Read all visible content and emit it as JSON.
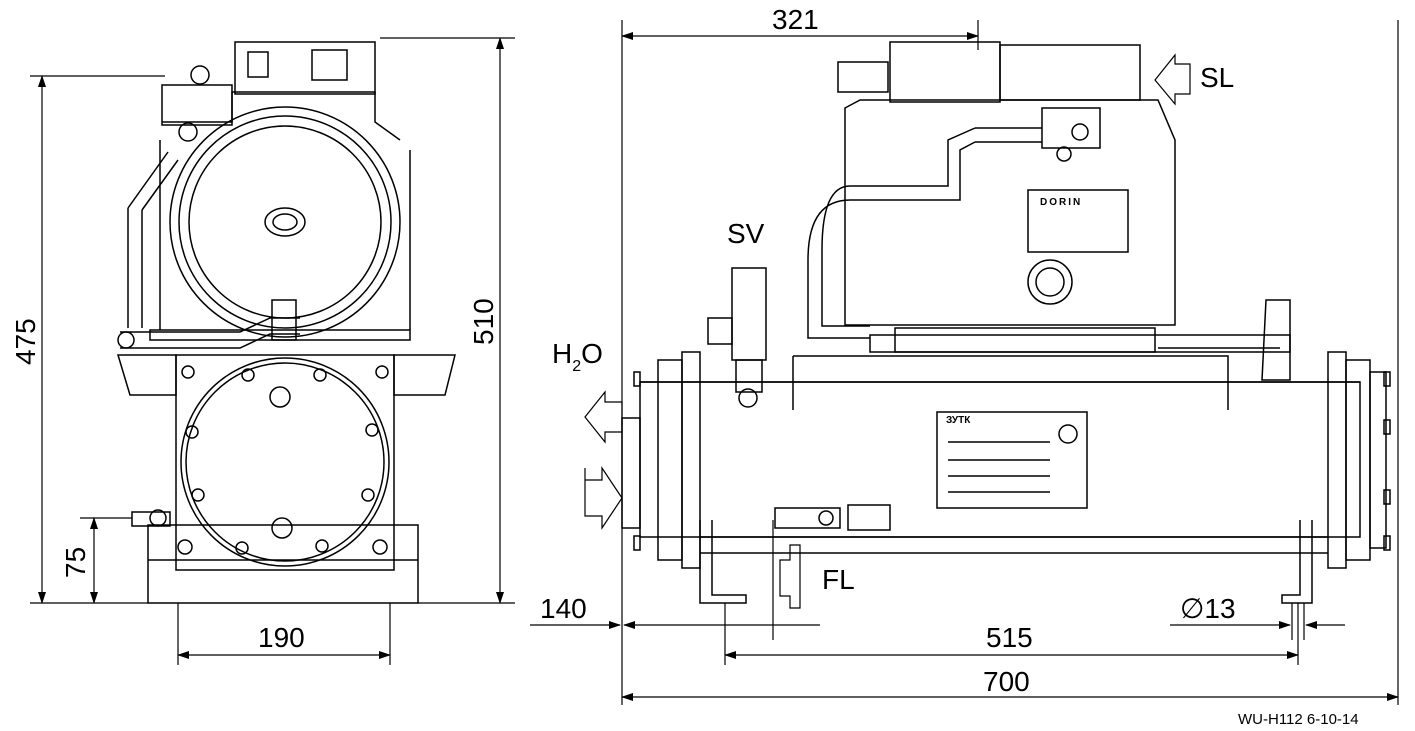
{
  "dimensions": {
    "front_height": "475",
    "front_total_height": "510",
    "front_foot_height": "75",
    "front_base_width": "190",
    "side_top": "321",
    "side_left_offset": "140",
    "side_mount_spacing": "515",
    "side_total_length": "700",
    "hole_diameter": "13"
  },
  "labels": {
    "sl": "SL",
    "sv": "SV",
    "h2o_h": "H",
    "h2o_2": "2",
    "h2o_o": "O",
    "fl": "FL",
    "diameter_symbol": "∅",
    "drawing_id": "WU-H112  6-10-14",
    "logo_text": "DORIN",
    "plate_brand": "ЗУТК"
  }
}
